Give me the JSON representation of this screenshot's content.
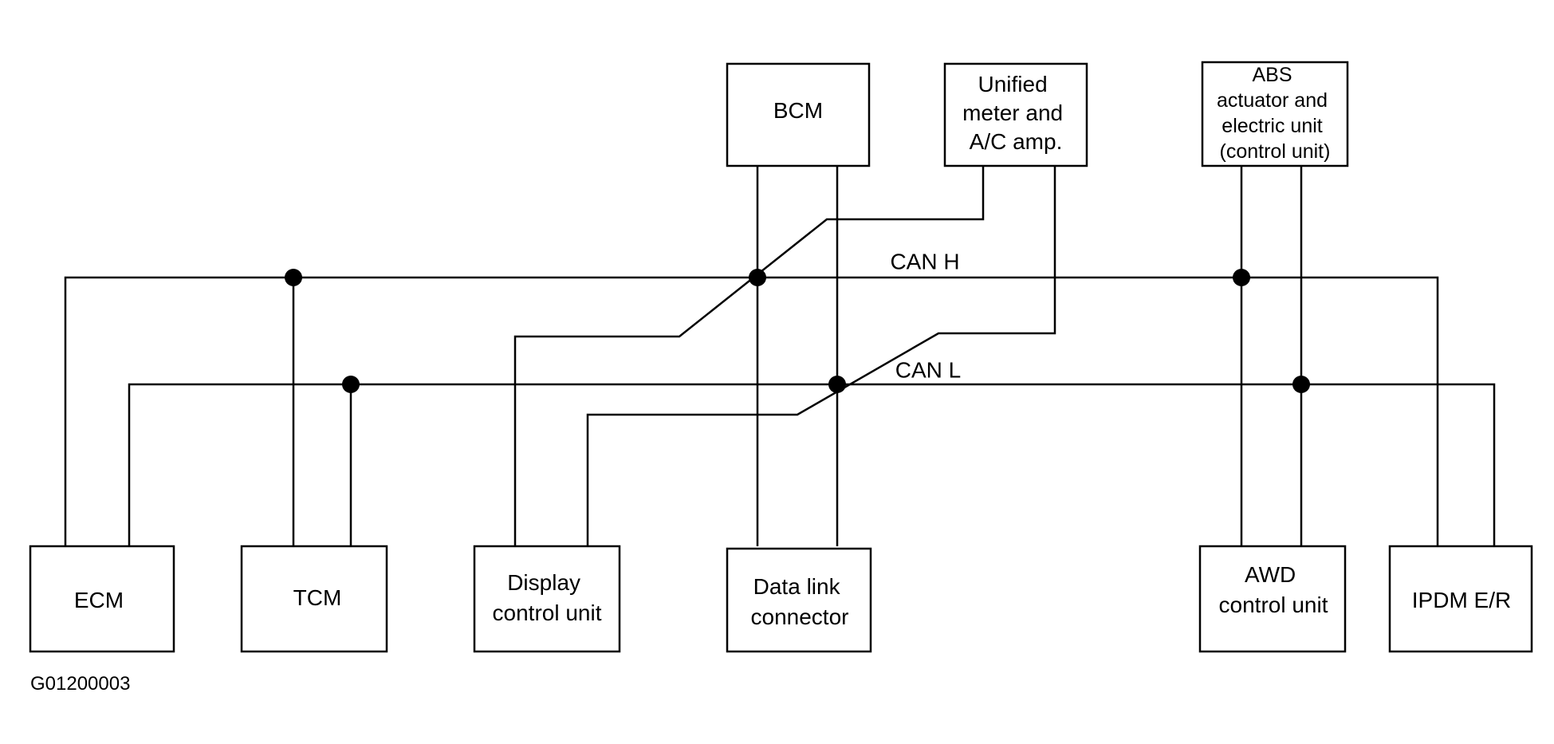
{
  "buses": {
    "can_h": "CAN H",
    "can_l": "CAN L"
  },
  "modules": {
    "bcm": [
      "BCM"
    ],
    "meter": [
      "Unified",
      "meter and",
      "A/C amp."
    ],
    "abs": [
      "ABS",
      "actuator and",
      "electric unit",
      "(control unit)"
    ],
    "ecm": [
      "ECM"
    ],
    "tcm": [
      "TCM"
    ],
    "display": [
      "Display",
      "control unit"
    ],
    "dlc": [
      "Data link",
      "connector"
    ],
    "awd": [
      "AWD",
      "control unit"
    ],
    "ipdm": [
      "IPDM E/R"
    ]
  },
  "figure_id": "G01200003"
}
